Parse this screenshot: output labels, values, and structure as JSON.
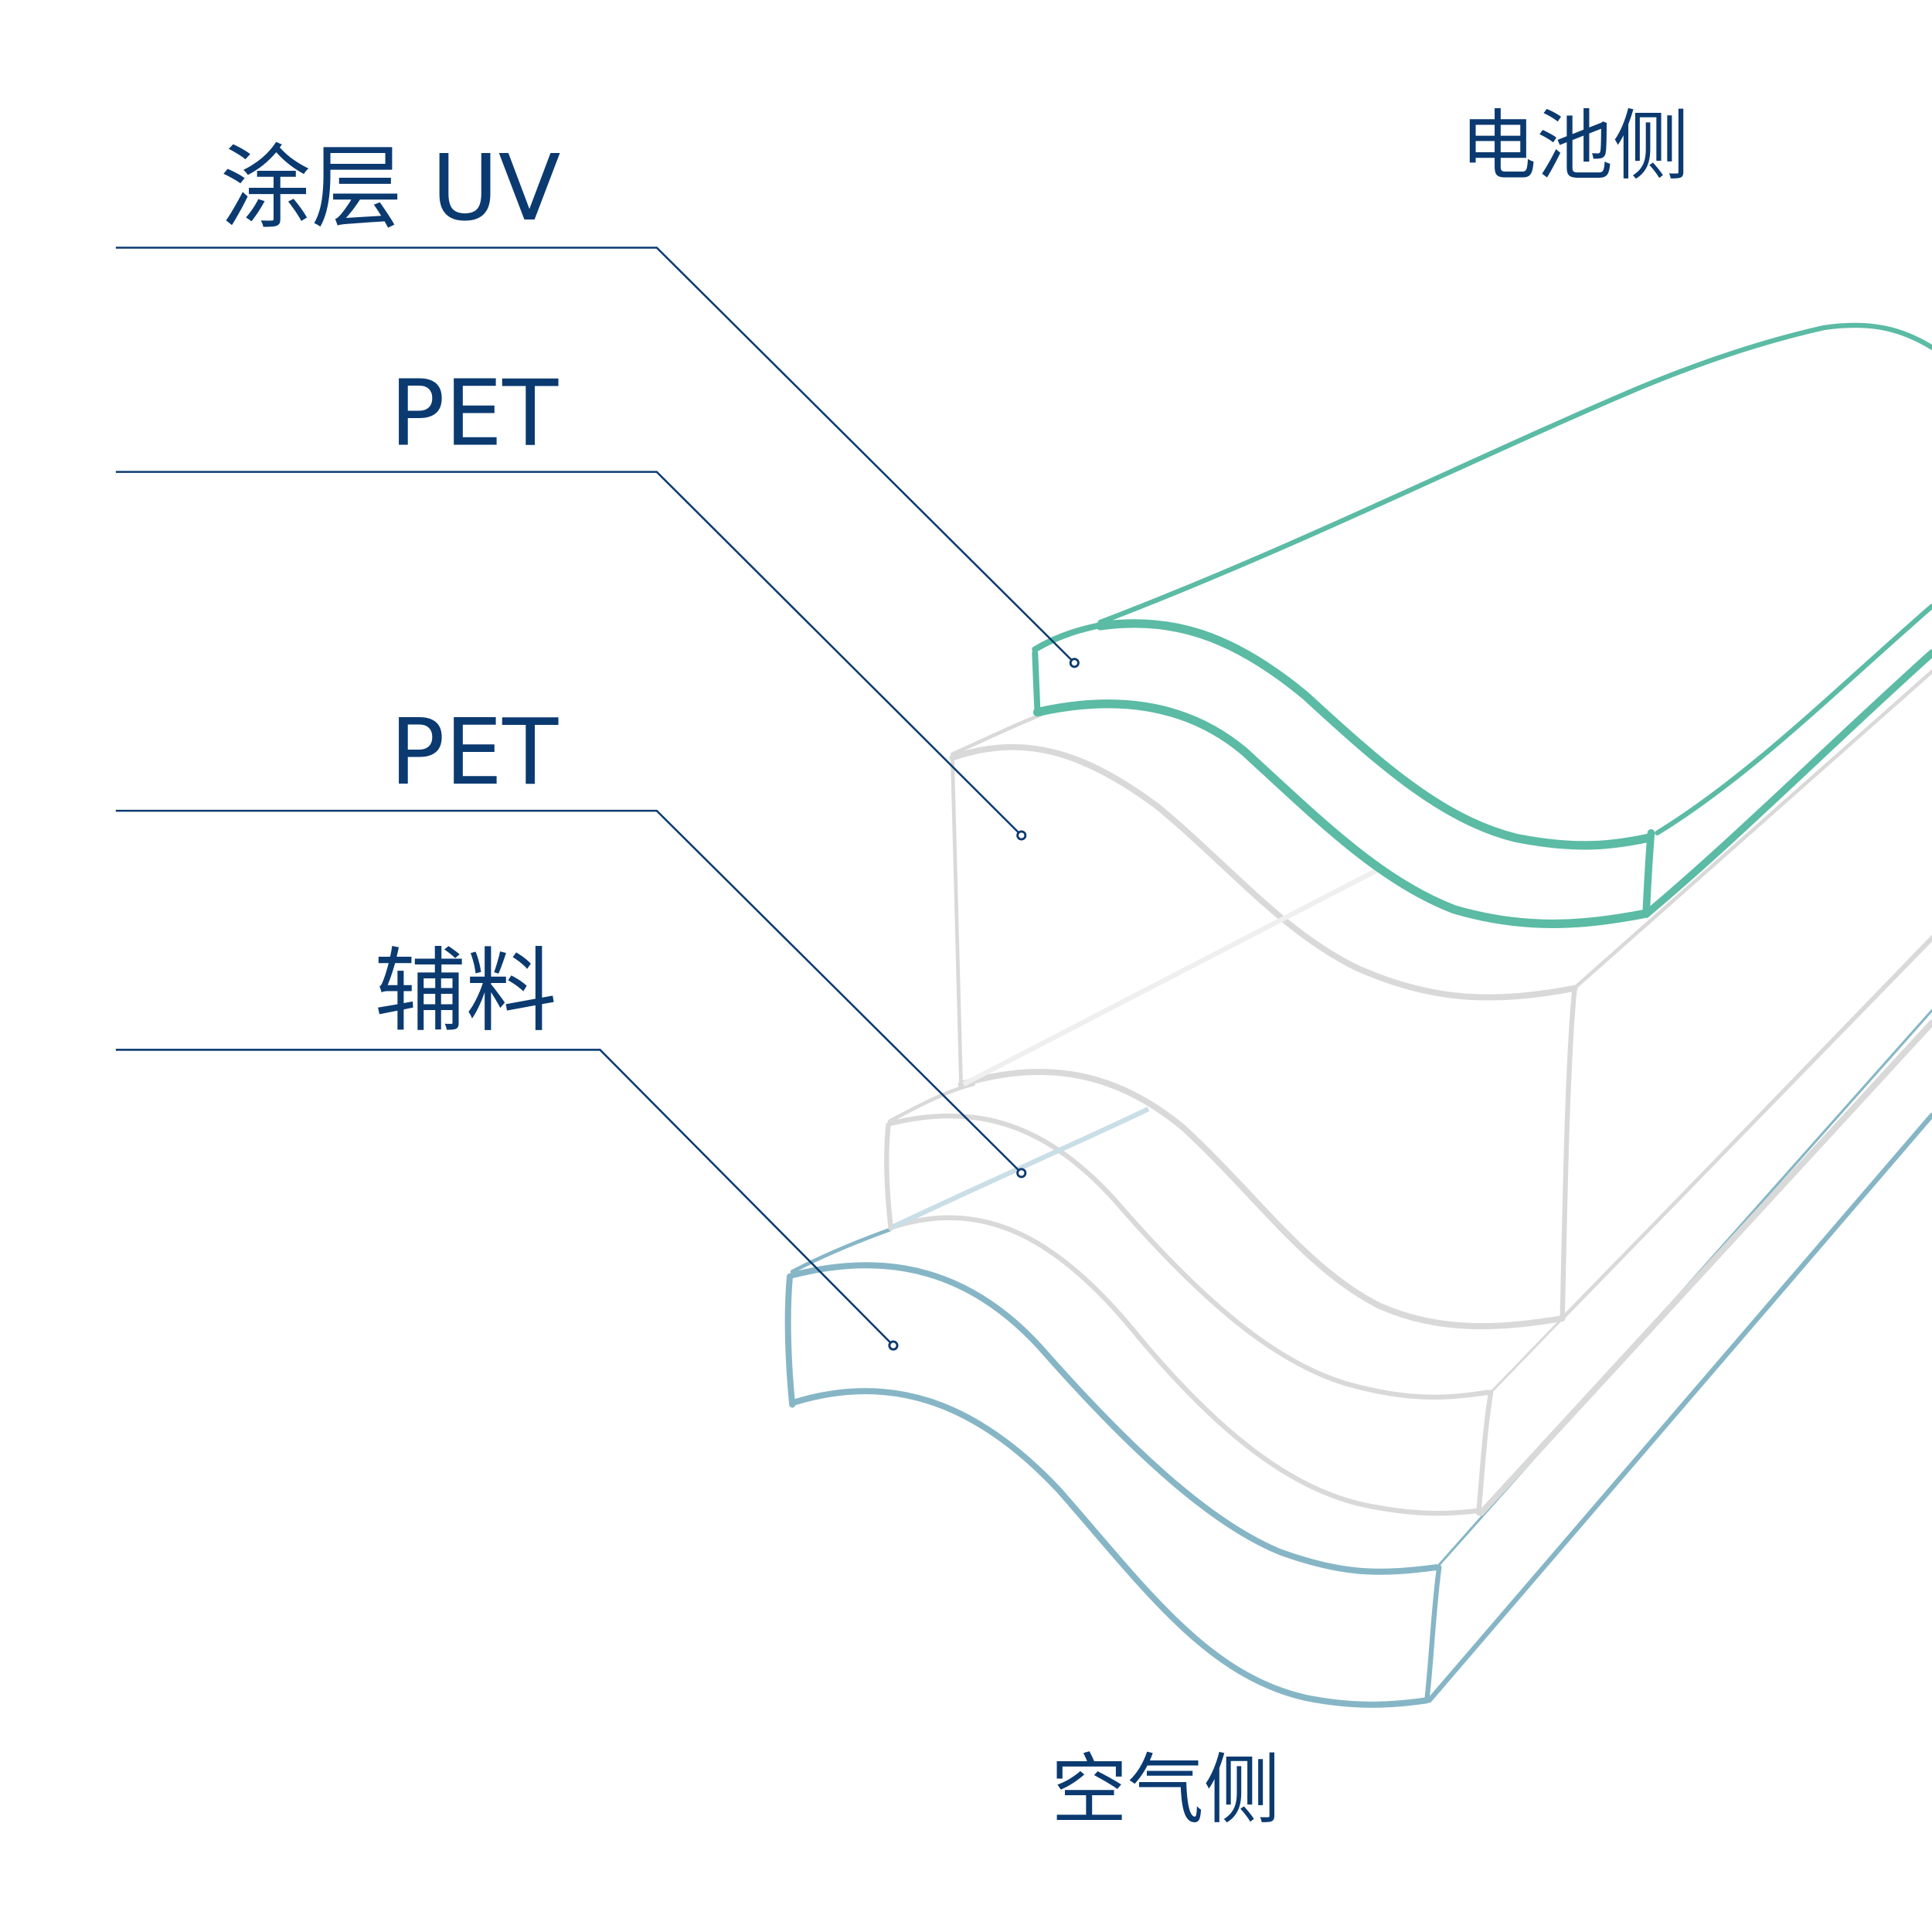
{
  "diagram": {
    "side_labels": {
      "top": "电池侧",
      "bottom": "空气侧"
    },
    "layers": [
      {
        "label": "涂层 UV"
      },
      {
        "label": "PET"
      },
      {
        "label": "PET"
      },
      {
        "label": "辅料"
      }
    ]
  },
  "colors": {
    "label_text": "#0B3A70",
    "leader_line": "#0B3A70",
    "coating_uv": "#5BBBA4",
    "pet": "#D9D9D9",
    "auxiliary": "#86B6C6",
    "pet_accent": "#C9DEE6"
  }
}
